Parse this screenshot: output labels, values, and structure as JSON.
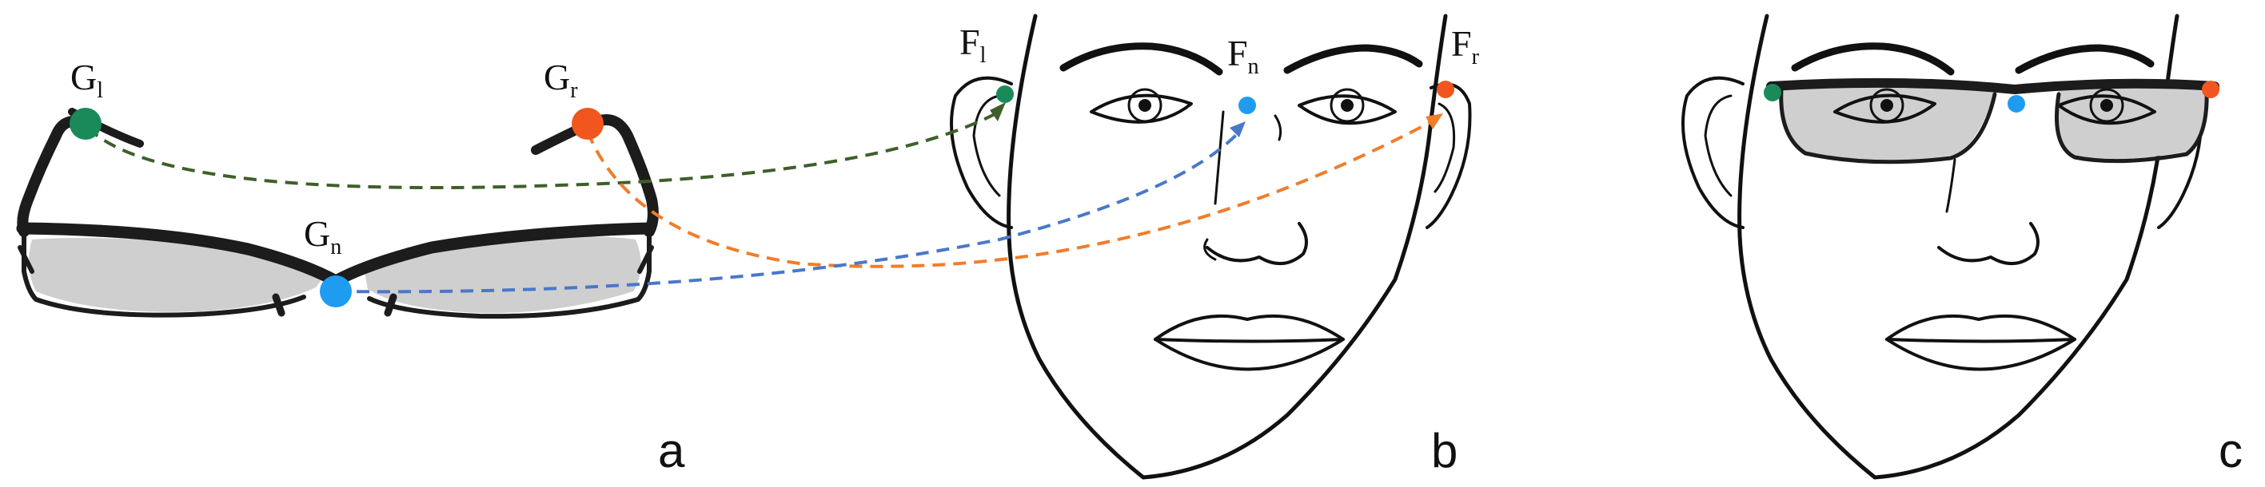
{
  "labels": {
    "glasses_left": {
      "main": "G",
      "sub": "l"
    },
    "glasses_right": {
      "main": "G",
      "sub": "r"
    },
    "glasses_nose": {
      "main": "G",
      "sub": "n"
    },
    "face_left": {
      "main": "F",
      "sub": "l"
    },
    "face_nose": {
      "main": "F",
      "sub": "n"
    },
    "face_right": {
      "main": "F",
      "sub": "r"
    }
  },
  "panels": [
    "a",
    "b",
    "c"
  ],
  "colors": {
    "left_point": "#1a8a5a",
    "right_point": "#f0561e",
    "nose_point": "#1e9cf0",
    "left_arrow": "#3f5f2a",
    "right_arrow": "#f07d2a",
    "nose_arrow": "#4a78c8",
    "lens_fill": "#cfcfcf",
    "line": "#111111"
  }
}
